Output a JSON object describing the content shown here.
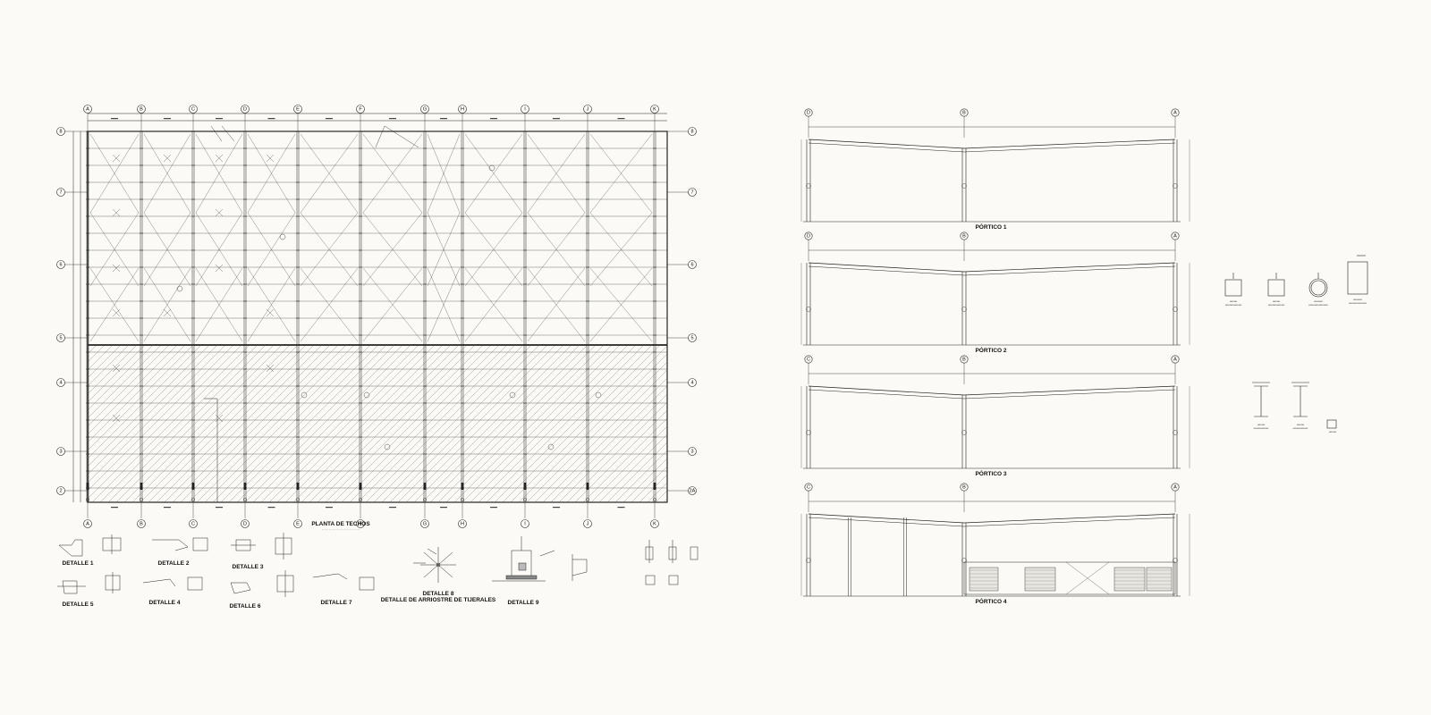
{
  "plan": {
    "title": "PLANTA DE TECHOS",
    "col_top": [
      "A",
      "B",
      "C",
      "D",
      "E",
      "F",
      "G",
      "H",
      "I",
      "J",
      "K"
    ],
    "col_bottom": [
      "A",
      "B",
      "C",
      "D",
      "E",
      "F",
      "G",
      "H",
      "I",
      "J",
      "K"
    ],
    "rows_left": [
      "8",
      "7",
      "6",
      "5",
      "4",
      "3",
      "2"
    ],
    "rows_right": [
      "8",
      "7",
      "6",
      "5",
      "4",
      "3",
      "2A"
    ]
  },
  "frames": [
    {
      "title": "PÓRTICO 1",
      "axes": [
        "D",
        "B",
        "A"
      ]
    },
    {
      "title": "PÓRTICO 2",
      "axes": [
        "D",
        "B",
        "A"
      ]
    },
    {
      "title": "PÓRTICO 3",
      "axes": [
        "C",
        "B",
        "A"
      ]
    },
    {
      "title": "PÓRTICO 4",
      "axes": [
        "C",
        "B",
        "A"
      ]
    }
  ],
  "details": {
    "d1": "DETALLE 1",
    "d2": "DETALLE 2",
    "d3": "DETALLE 3",
    "d4": "DETALLE 4",
    "d5": "DETALLE 5",
    "d6": "DETALLE 6",
    "d7": "DETALLE 7",
    "d8a": "DETALLE 8",
    "d8b": "DETALLE DE ARRIOSTRE DE TIJERALES",
    "d9": "DETALLE 9"
  }
}
